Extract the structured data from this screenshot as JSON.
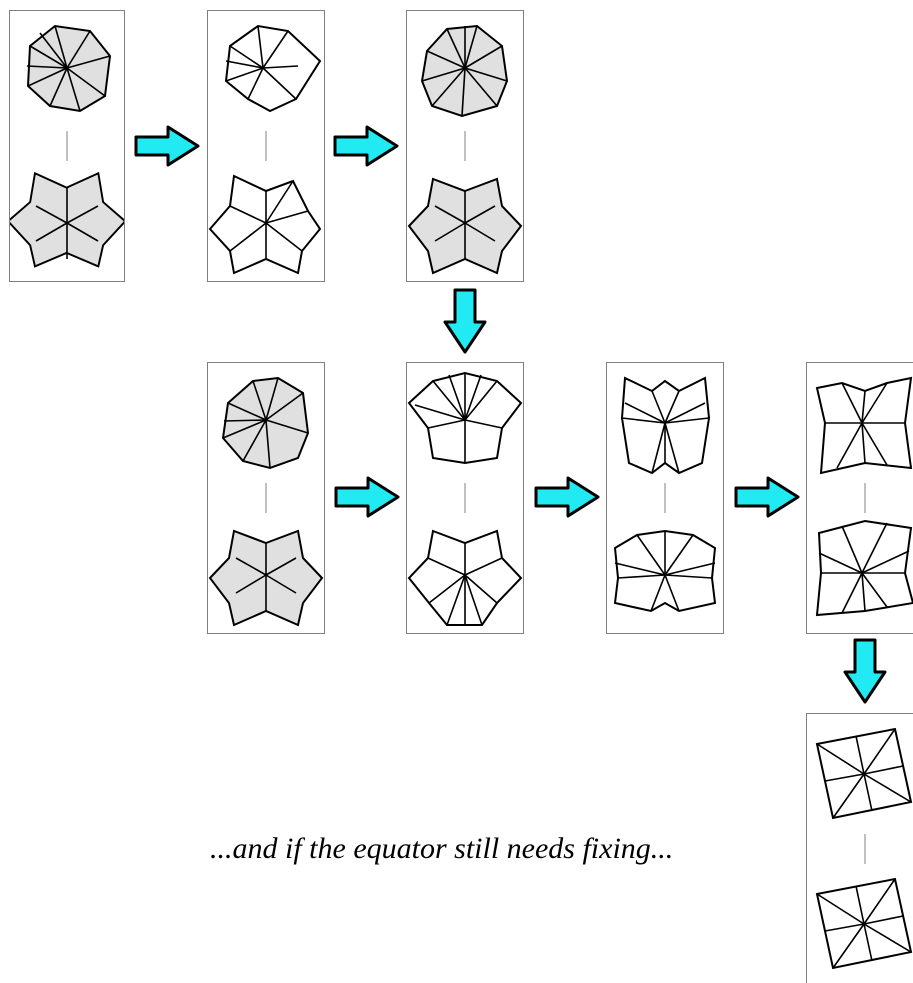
{
  "colors": {
    "shaded_face": "#e0e0e0",
    "unshaded_face": "#ffffff",
    "arrow_fill": "#22eaf2",
    "arrow_outline": "#000000",
    "panel_border": "#808080"
  },
  "caption": "...and if the equator still needs fixing...",
  "steps": [
    {
      "id": 1,
      "top": "flower-shaded",
      "bottom": "star-shaded"
    },
    {
      "id": 2,
      "top": "flower-plain",
      "bottom": "star-plain-sliced"
    },
    {
      "id": 3,
      "top": "flower-shaded",
      "bottom": "star-shaded"
    },
    {
      "id": 4,
      "top": "flower-shaded",
      "bottom": "star-shaded"
    },
    {
      "id": 5,
      "top": "star-plain-sliced",
      "bottom": "flower-plain"
    },
    {
      "id": 6,
      "top": "pentagon-plain",
      "bottom": "pentagon-plain"
    },
    {
      "id": 7,
      "top": "square-plain",
      "bottom": "square-plain"
    },
    {
      "id": 8,
      "top": "square-tilted-plain",
      "bottom": "square-tilted-plain"
    }
  ],
  "arrows": [
    "right",
    "right",
    "down",
    "right",
    "right",
    "right",
    "down"
  ]
}
